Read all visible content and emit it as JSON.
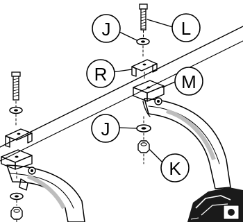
{
  "callouts": [
    {
      "id": "callout-j-top",
      "letter": "J"
    },
    {
      "id": "callout-l",
      "letter": "L"
    },
    {
      "id": "callout-r",
      "letter": "R"
    },
    {
      "id": "callout-m",
      "letter": "M"
    },
    {
      "id": "callout-j-bottom",
      "letter": "J"
    },
    {
      "id": "callout-k",
      "letter": "K"
    }
  ],
  "colors": {
    "line": "#000000",
    "fill": "#ffffff",
    "dark_fill": "#1a1a1a",
    "shade": "#cfcfcf"
  }
}
